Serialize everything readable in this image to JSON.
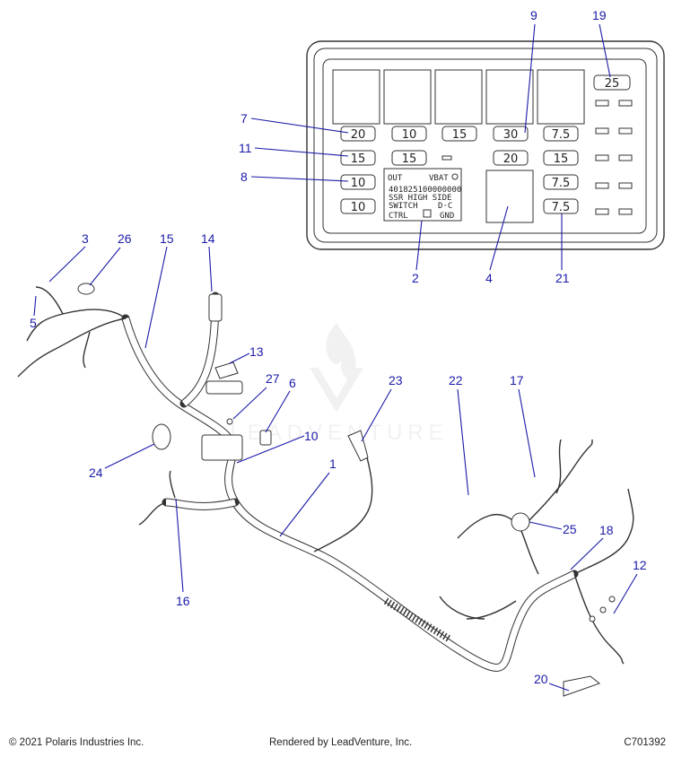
{
  "footer": {
    "copyright": "© 2021 Polaris Industries Inc.",
    "rendered_by": "Rendered by LeadVenture, Inc.",
    "diagram_code": "C701392"
  },
  "watermark": {
    "text": "LEADVENTURE",
    "color": "#e6e6e6"
  },
  "fuse_box": {
    "fuse_values": [
      "20",
      "10",
      "15",
      "30",
      "7.5",
      "15",
      "15",
      "20",
      "15",
      "10",
      "7.5",
      "10",
      "7.5",
      "25"
    ],
    "ssr_module": {
      "out": "OUT",
      "vbat": "VBAT",
      "part_number": "401825100000000",
      "line1": "SSR HIGH SIDE",
      "line2": "SWITCH",
      "dc": "D·C",
      "ctrl": "CTRL",
      "gnd": "GND"
    }
  },
  "callouts": [
    "1",
    "2",
    "3",
    "4",
    "5",
    "6",
    "7",
    "8",
    "9",
    "10",
    "11",
    "12",
    "13",
    "14",
    "15",
    "16",
    "17",
    "18",
    "19",
    "20",
    "21",
    "22",
    "23",
    "24",
    "25",
    "26",
    "27"
  ],
  "colors": {
    "callout": "#1a1aa8",
    "line_art": "#333333"
  }
}
